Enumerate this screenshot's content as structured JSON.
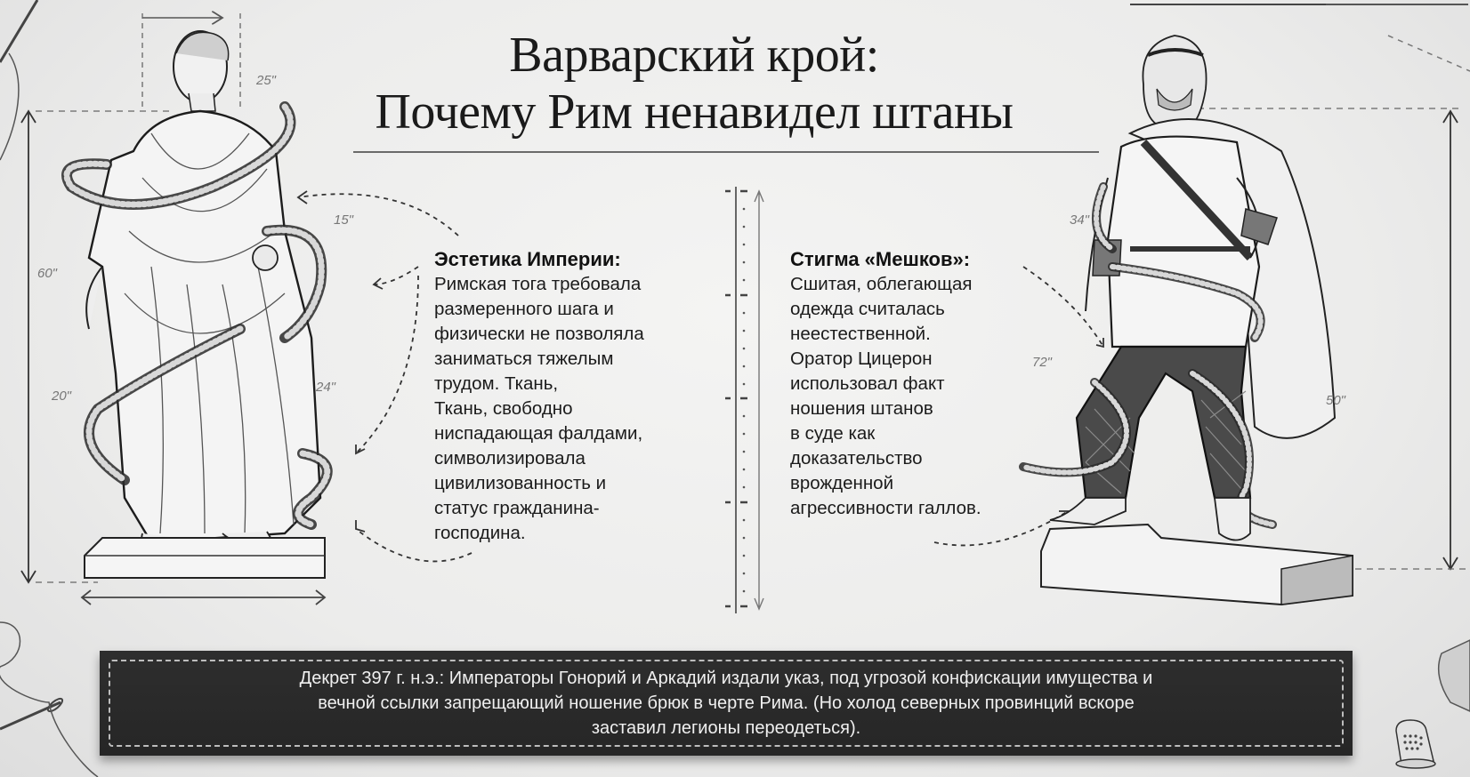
{
  "title": {
    "line1": "Варварский крой:",
    "line2": "Почему Рим ненавидел штаны"
  },
  "left_panel": {
    "heading": "Эстетика Империи:",
    "body": "Римская тога требовала\nразмеренного шага и\nфизически не позволяла\nзаниматься тяжелым\nтрудом. Ткань,\nТкань, свободно\nниспадающая фалдами,\nсимволизировала\nцивилизованность и\nстатус гражданина-\nгосподина."
  },
  "right_panel": {
    "heading": "Стигма «Мешков»:",
    "body": "Сшитая, облегающая\nодежда считалась\nнеестественной.\nОратор Цицерон\nиспользовал факт\nношения штанов\nв суде как\nдоказательство\nврожденной\nагрессивности галлов."
  },
  "decree": {
    "text": "Декрет 397 г. н.э.: Императоры Гонорий и Аркадий издали указ, под угрозой конфискации имущества и вечной ссылки запрещающий ношение брюк в черте Рима. (Но холод северных провинций вскоре заставил легионы переодеться)."
  },
  "illustrations": {
    "left_figure": "roman-statue-in-toga",
    "right_figure": "gaul-warrior-in-trousers",
    "measure_labels_left": [
      "25\"",
      "60\"",
      "20\"",
      "24\"",
      "15\""
    ],
    "measure_labels_right": [
      "34\"",
      "72\"",
      "50\""
    ]
  },
  "colors": {
    "background": "#ececeb",
    "ink": "#141414",
    "decree_bg": "#2a2a2a",
    "decree_text": "#f0f0f0",
    "stitch": "#bdbdbd"
  }
}
